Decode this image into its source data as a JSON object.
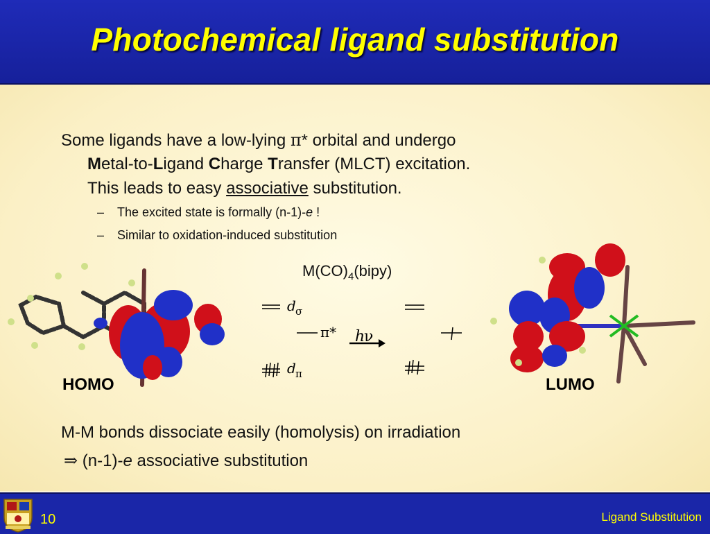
{
  "slide": {
    "title": "Photochemical ligand substitution",
    "page_number": "10",
    "footer_title": "Ligand Substitution"
  },
  "body": {
    "line1_a": "Some ligands have a low-lying ",
    "line1_pi": "π",
    "line1_b": "* orbital and undergo",
    "line2": [
      "M",
      "etal-to-",
      "L",
      "igand ",
      "C",
      "harge ",
      "T",
      "ransfer (MLCT) excitation."
    ],
    "line3_a": "This leads to easy ",
    "line3_u": "associative",
    "line3_b": " substitution.",
    "bullets": [
      {
        "dash": "–",
        "text_a": "The excited state is formally (n-1)-",
        "text_e": "e",
        "text_b": " !"
      },
      {
        "dash": "–",
        "text_a": "Similar to oxidation-induced substitution",
        "text_e": "",
        "text_b": ""
      }
    ],
    "bottom1": "M-M bonds dissociate easily (homolysis) on irradiation",
    "bottom2_arrow": "⇒",
    "bottom2_a": " (n-1)-",
    "bottom2_e": "e",
    "bottom2_b": " associative substitution"
  },
  "diagram": {
    "complex_label_a": "M(CO)",
    "complex_label_sub": "4",
    "complex_label_b": "(bipy)",
    "d_sigma": "d",
    "d_sigma_sub": "σ",
    "pi_star": "π*",
    "h": "h",
    "nu": "ν",
    "d_pi": "d",
    "d_pi_sub": "π",
    "homo_label": "HOMO",
    "lumo_label": "LUMO"
  },
  "colors": {
    "title_text": "#ffff00",
    "header_bg": "#1f2bb8",
    "lobe_red": "#d0101a",
    "lobe_blue": "#2030c8"
  }
}
